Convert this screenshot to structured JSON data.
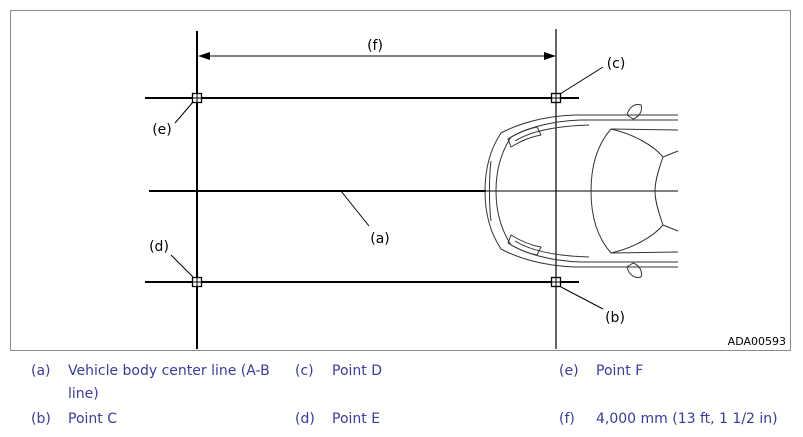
{
  "figure": {
    "labels": {
      "f": "(f)",
      "c": "(c)",
      "e": "(e)",
      "a": "(a)",
      "d": "(d)",
      "b": "(b)"
    },
    "figure_id": "ADA00593"
  },
  "legend": [
    {
      "key": "(a)",
      "text": "Vehicle body center line (A-B",
      "text2": "line)"
    },
    {
      "key": "(b)",
      "text": "Point C"
    },
    {
      "key": "(c)",
      "text": "Point D"
    },
    {
      "key": "(d)",
      "text": "Point E"
    },
    {
      "key": "(e)",
      "text": "Point F"
    },
    {
      "key": "(f)",
      "text": "4,000 mm (13 ft, 1 1/2 in)"
    }
  ]
}
